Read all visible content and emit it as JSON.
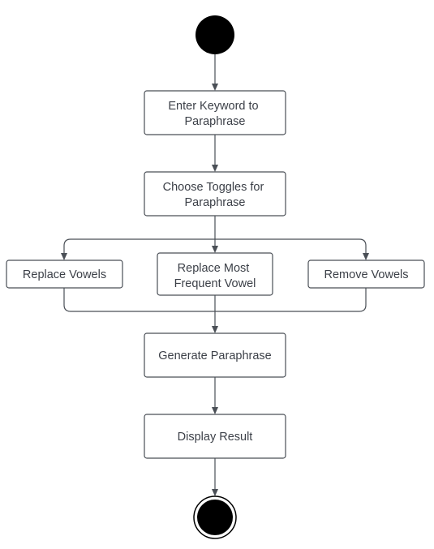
{
  "nodes": {
    "enter_keyword": [
      "Enter Keyword to",
      "Paraphrase"
    ],
    "choose_toggles": [
      "Choose Toggles for",
      "Paraphrase"
    ],
    "replace_vowels": [
      "Replace Vowels"
    ],
    "replace_most_frequent": [
      "Replace Most",
      "Frequent Vowel"
    ],
    "remove_vowels": [
      "Remove Vowels"
    ],
    "generate": [
      "Generate Paraphrase"
    ],
    "display": [
      "Display Result"
    ]
  },
  "colors": {
    "stroke": "#4a4f56",
    "text": "#3c4048",
    "terminal": "#000000"
  }
}
